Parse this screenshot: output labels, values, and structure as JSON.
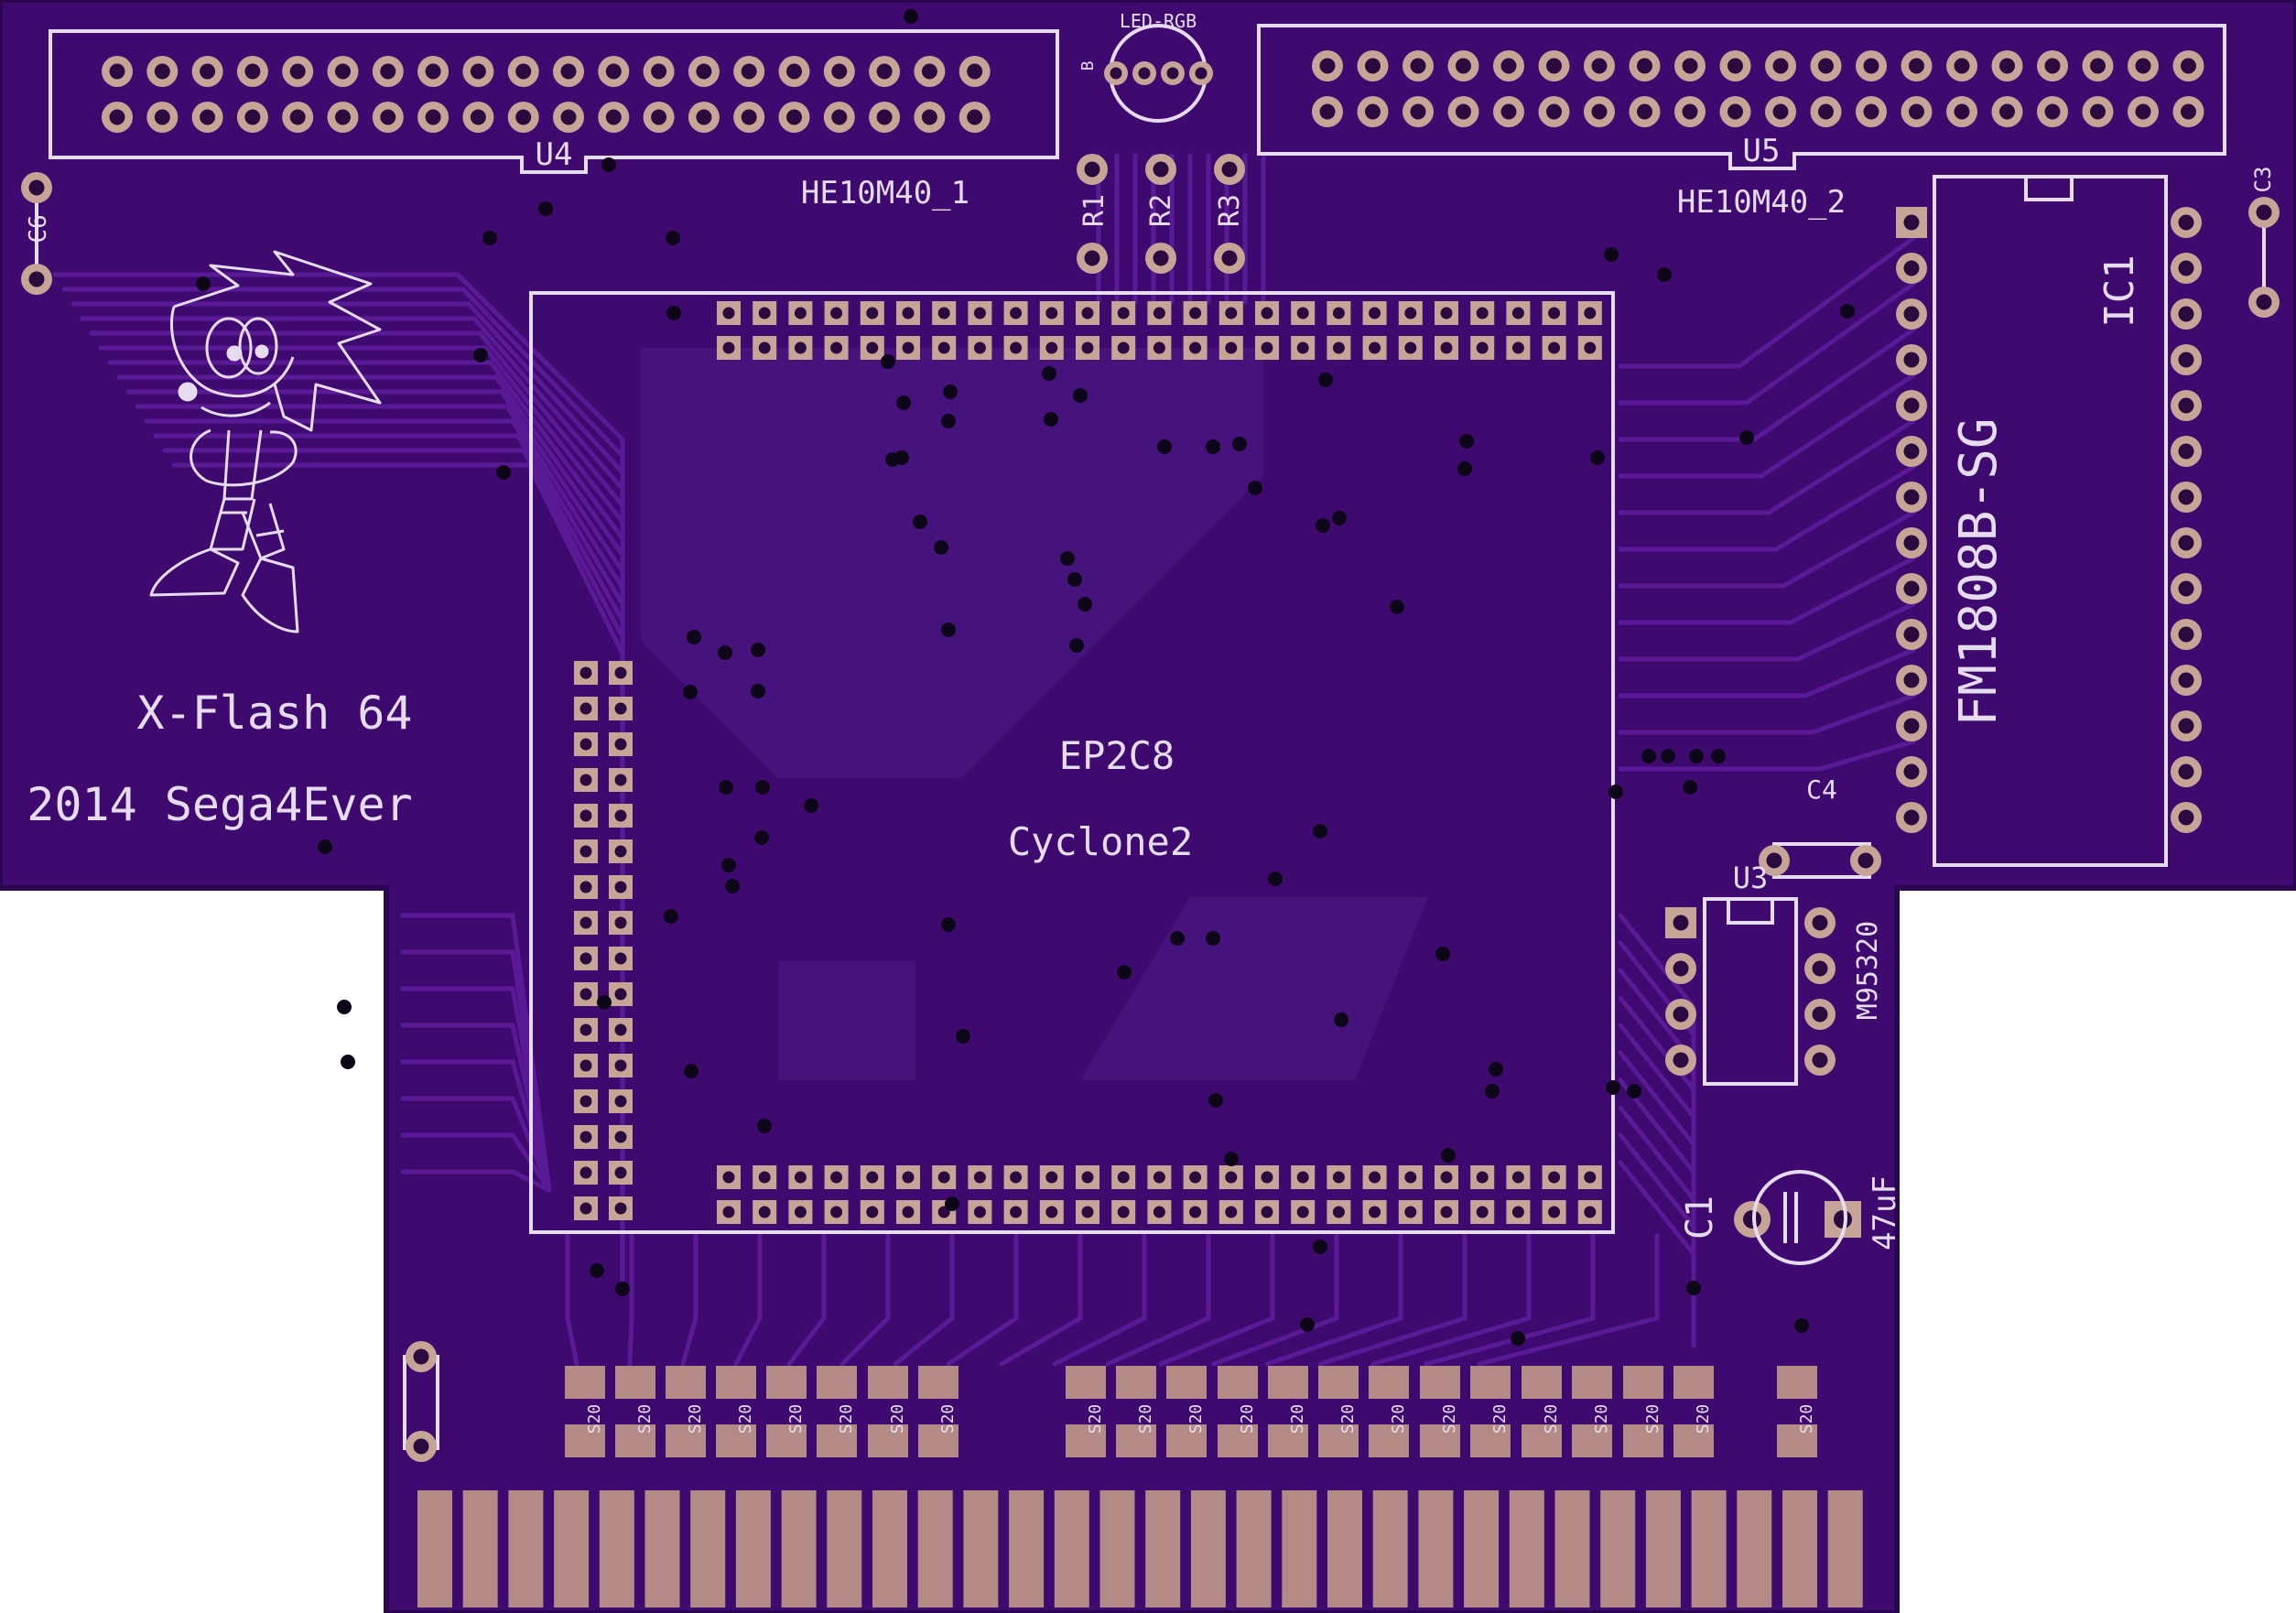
{
  "colors": {
    "background": "#ffffff",
    "board": "#3f0a70",
    "board_edge": "#2a0550",
    "trace": "#5a1a95",
    "pour": "#4a1580",
    "silkscreen": "#e6dcef",
    "pad_ring": "#c7a596",
    "pad_copper": "#b48a86",
    "hole": "#2b0a40",
    "via": "#0d0518"
  },
  "board": {
    "title": "X-Flash 64",
    "credit": "2014 Sega4Ever",
    "mascot_icon": "hedgehog-mascot-silkscreen"
  },
  "components": {
    "u4": {
      "ref": "U4",
      "value": "HE10M40_1"
    },
    "u5": {
      "ref": "U5",
      "value": "HE10M40_2"
    },
    "led": {
      "ref": "LED-RGB",
      "pin_label": "B"
    },
    "r1": {
      "ref": "R1"
    },
    "r2": {
      "ref": "R2"
    },
    "r3": {
      "ref": "R3"
    },
    "c1": {
      "ref": "C1",
      "value": "47uF"
    },
    "c3": {
      "ref": "C3"
    },
    "c4": {
      "ref": "C4"
    },
    "c6": {
      "ref": "C6"
    },
    "ic1": {
      "ref": "IC1",
      "value": "FM1808B-SG"
    },
    "u3": {
      "ref": "U3",
      "value": "M95320"
    },
    "fpga": {
      "line1": "EP2C8",
      "line2": "Cyclone2"
    }
  },
  "smd_pad_label": "S20"
}
